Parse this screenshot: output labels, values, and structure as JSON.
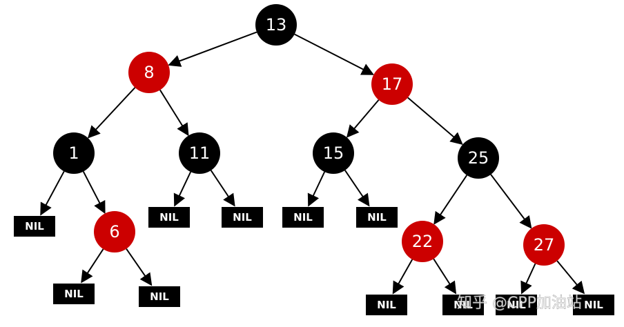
{
  "colors": {
    "red": "#cc0000",
    "black": "#000000",
    "edge": "#000000",
    "text": "#ffffff"
  },
  "nodes": [
    {
      "id": "n13",
      "label": "13",
      "color": "black"
    },
    {
      "id": "n8",
      "label": "8",
      "color": "red"
    },
    {
      "id": "n17",
      "label": "17",
      "color": "red"
    },
    {
      "id": "n1",
      "label": "1",
      "color": "black"
    },
    {
      "id": "n11",
      "label": "11",
      "color": "black"
    },
    {
      "id": "n15",
      "label": "15",
      "color": "black"
    },
    {
      "id": "n25",
      "label": "25",
      "color": "black"
    },
    {
      "id": "n6",
      "label": "6",
      "color": "red"
    },
    {
      "id": "n22",
      "label": "22",
      "color": "red"
    },
    {
      "id": "n27",
      "label": "27",
      "color": "red"
    },
    {
      "id": "nil1",
      "label": "NIL",
      "color": "nil"
    },
    {
      "id": "nil2",
      "label": "NIL",
      "color": "nil"
    },
    {
      "id": "nil3",
      "label": "NIL",
      "color": "nil"
    },
    {
      "id": "nil4",
      "label": "NIL",
      "color": "nil"
    },
    {
      "id": "nil5",
      "label": "NIL",
      "color": "nil"
    },
    {
      "id": "nil6",
      "label": "NIL",
      "color": "nil"
    },
    {
      "id": "nil7",
      "label": "NIL",
      "color": "nil"
    },
    {
      "id": "nil8",
      "label": "NIL",
      "color": "nil"
    },
    {
      "id": "nil9",
      "label": "NIL",
      "color": "nil"
    },
    {
      "id": "nil10",
      "label": "NIL",
      "color": "nil"
    },
    {
      "id": "nil11",
      "label": "NIL",
      "color": "nil"
    }
  ],
  "edges": [
    [
      "n13",
      "n8"
    ],
    [
      "n13",
      "n17"
    ],
    [
      "n8",
      "n1"
    ],
    [
      "n8",
      "n11"
    ],
    [
      "n17",
      "n15"
    ],
    [
      "n17",
      "n25"
    ],
    [
      "n1",
      "nil1"
    ],
    [
      "n1",
      "n6"
    ],
    [
      "n6",
      "nil2"
    ],
    [
      "n6",
      "nil3"
    ],
    [
      "n11",
      "nil4"
    ],
    [
      "n11",
      "nil5"
    ],
    [
      "n15",
      "nil6"
    ],
    [
      "n15",
      "nil7"
    ],
    [
      "n25",
      "n22"
    ],
    [
      "n25",
      "n27"
    ],
    [
      "n22",
      "nil8"
    ],
    [
      "n22",
      "nil9"
    ],
    [
      "n27",
      "nil10"
    ],
    [
      "n27",
      "nil11"
    ]
  ],
  "watermark": "知乎 @CPP加油站"
}
